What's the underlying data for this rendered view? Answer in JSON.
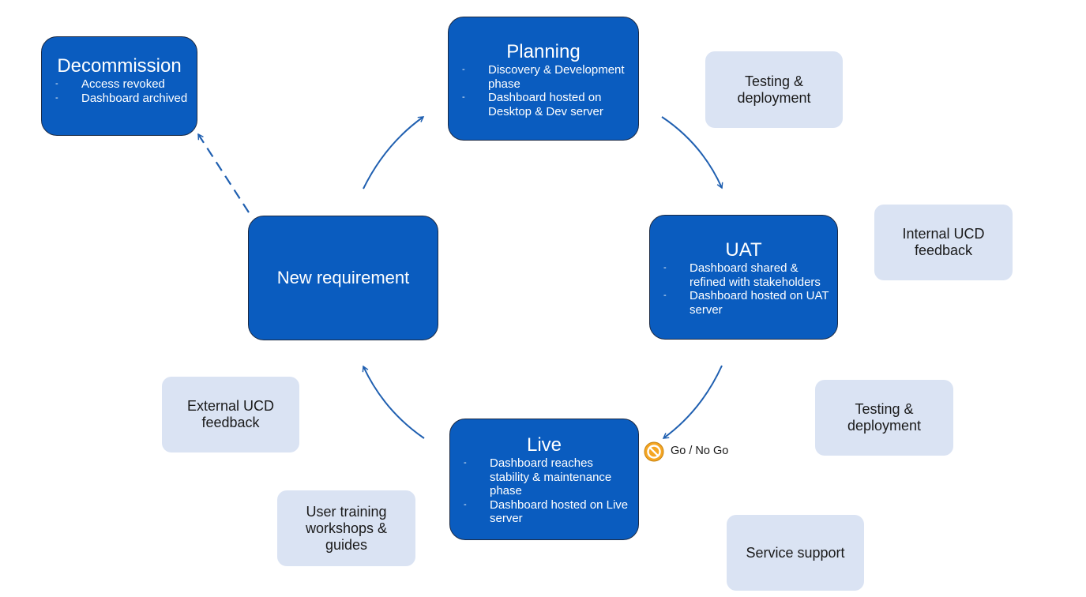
{
  "stages": {
    "decommission": {
      "title": "Decommission",
      "bullets": [
        "Access revoked",
        "Dashboard archived"
      ]
    },
    "planning": {
      "title": "Planning",
      "bullets": [
        "Discovery & Development phase",
        "Dashboard hosted on Desktop & Dev server"
      ]
    },
    "uat": {
      "title": "UAT",
      "bullets": [
        "Dashboard shared & refined with stakeholders",
        "Dashboard hosted on UAT server"
      ]
    },
    "live": {
      "title": "Live",
      "bullets": [
        "Dashboard reaches stability & maintenance phase",
        "Dashboard hosted on Live server"
      ]
    },
    "new_requirement": {
      "title": "New requirement"
    }
  },
  "side_boxes": {
    "testing_top": "Testing & deployment",
    "internal_ucd": "Internal UCD feedback",
    "testing_bottom": "Testing & deployment",
    "service_support": "Service support",
    "external_ucd": "External UCD feedback",
    "user_training": "User training workshops & guides"
  },
  "gate": {
    "label": "Go / No Go",
    "icon": "no-entry-icon"
  },
  "colors": {
    "stage_fill": "#0a5cbf",
    "stage_border": "#1b2a44",
    "side_fill": "#dae3f3",
    "arrow": "#1f5fb0",
    "gate_icon": "#f5a623"
  }
}
